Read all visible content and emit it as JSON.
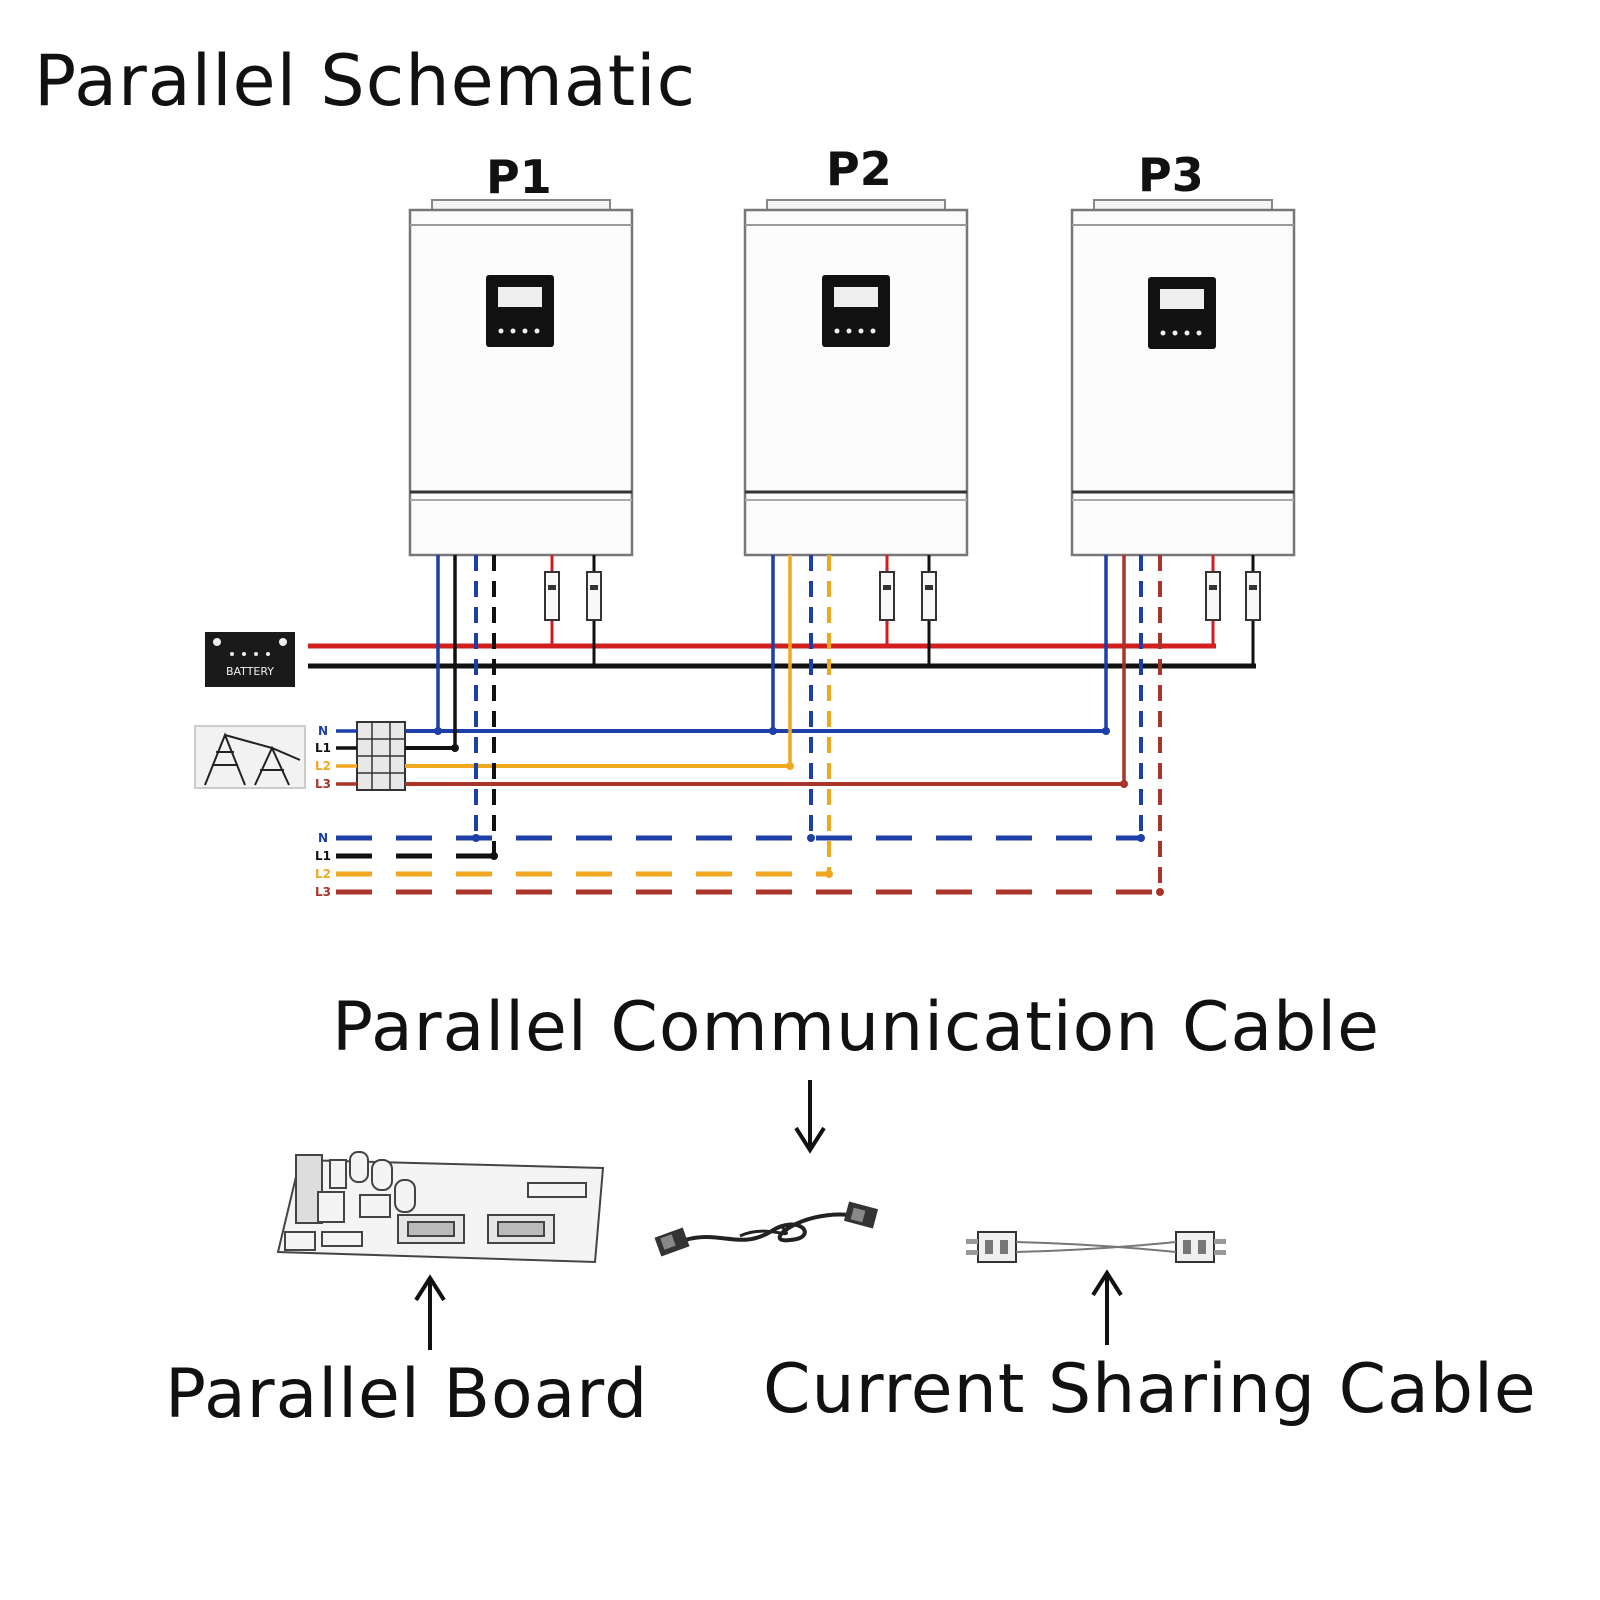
{
  "title": "Parallel Schematic",
  "units": [
    "P1",
    "P2",
    "P3"
  ],
  "battery": {
    "label": "BATTERY"
  },
  "ac_input_labels": [
    "N",
    "L1",
    "L2",
    "L3"
  ],
  "ac_output_labels": [
    "N",
    "L1",
    "L2",
    "L3"
  ],
  "captions": {
    "comm_cable": "Parallel Communication Cable",
    "board": "Parallel Board",
    "sharing_cable": "Current Sharing Cable"
  },
  "colors": {
    "battery_positive": "#d11f1f",
    "battery_negative": "#111111",
    "neutral": "#1c3fa8",
    "l1": "#111111",
    "l2": "#f0a820",
    "l3": "#a8342a"
  }
}
